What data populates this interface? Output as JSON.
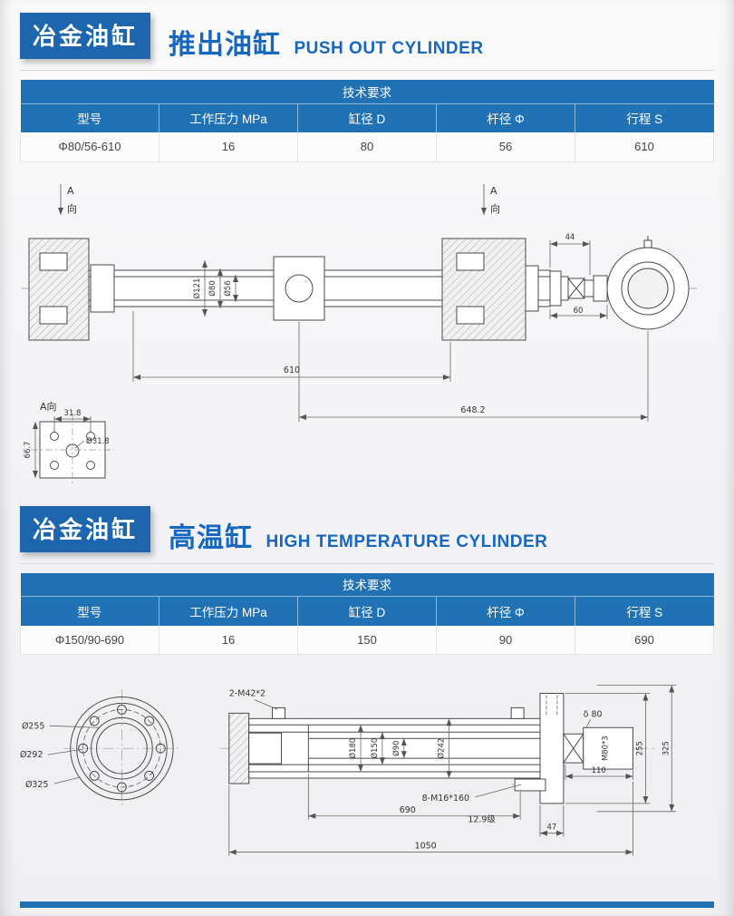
{
  "colors": {
    "accent_blue": "#2171b5",
    "title_blue": "#1667bd",
    "badge_blue": "#1d66ae"
  },
  "sections": [
    {
      "badge": "冶金油缸",
      "title_cn": "推出油缸",
      "title_en": "PUSH OUT CYLINDER",
      "table": {
        "caption": "技术要求",
        "headers": [
          "型号",
          "工作压力 MPa",
          "缸径 D",
          "杆径 Φ",
          "行程 S"
        ],
        "row": [
          "Φ80/56-610",
          "16",
          "80",
          "56",
          "610"
        ]
      },
      "drawing": {
        "view_letter": "A",
        "view_char": "向",
        "dim_44": "44",
        "dim_60": "60",
        "dia_121": "Ø121",
        "dia_80": "Ø80",
        "dia_56": "Ø56",
        "dim_610": "610",
        "dim_648_2": "648.2",
        "detail_title": "A向",
        "dim_31_8": "31.8",
        "dim_66_7": "66.7",
        "dia_31_8": "Ø31.8"
      }
    },
    {
      "badge": "冶金油缸",
      "title_cn": "高温缸",
      "title_en": "HIGH TEMPERATURE CYLINDER",
      "table": {
        "caption": "技术要求",
        "headers": [
          "型号",
          "工作压力 MPa",
          "缸径 D",
          "杆径 Φ",
          "行程 S"
        ],
        "row": [
          "Φ150/90-690",
          "16",
          "150",
          "90",
          "690"
        ]
      },
      "drawing": {
        "dia_255": "Ø255",
        "dia_292": "Ø292",
        "dia_325": "Ø325",
        "ports": "2-M42*2",
        "delta_80": "δ 80",
        "dia_180": "Ø180",
        "dia_150": "Ø150",
        "dia_90": "Ø90",
        "dia_242": "Ø242",
        "thread_m80": "M80*3",
        "dim_255": "255",
        "dim_325": "325",
        "dim_110": "110",
        "bolts": "8-M16*160",
        "bolt_grade": "12.9级",
        "dim_690": "690",
        "dim_47": "47",
        "dim_1050": "1050"
      }
    }
  ]
}
